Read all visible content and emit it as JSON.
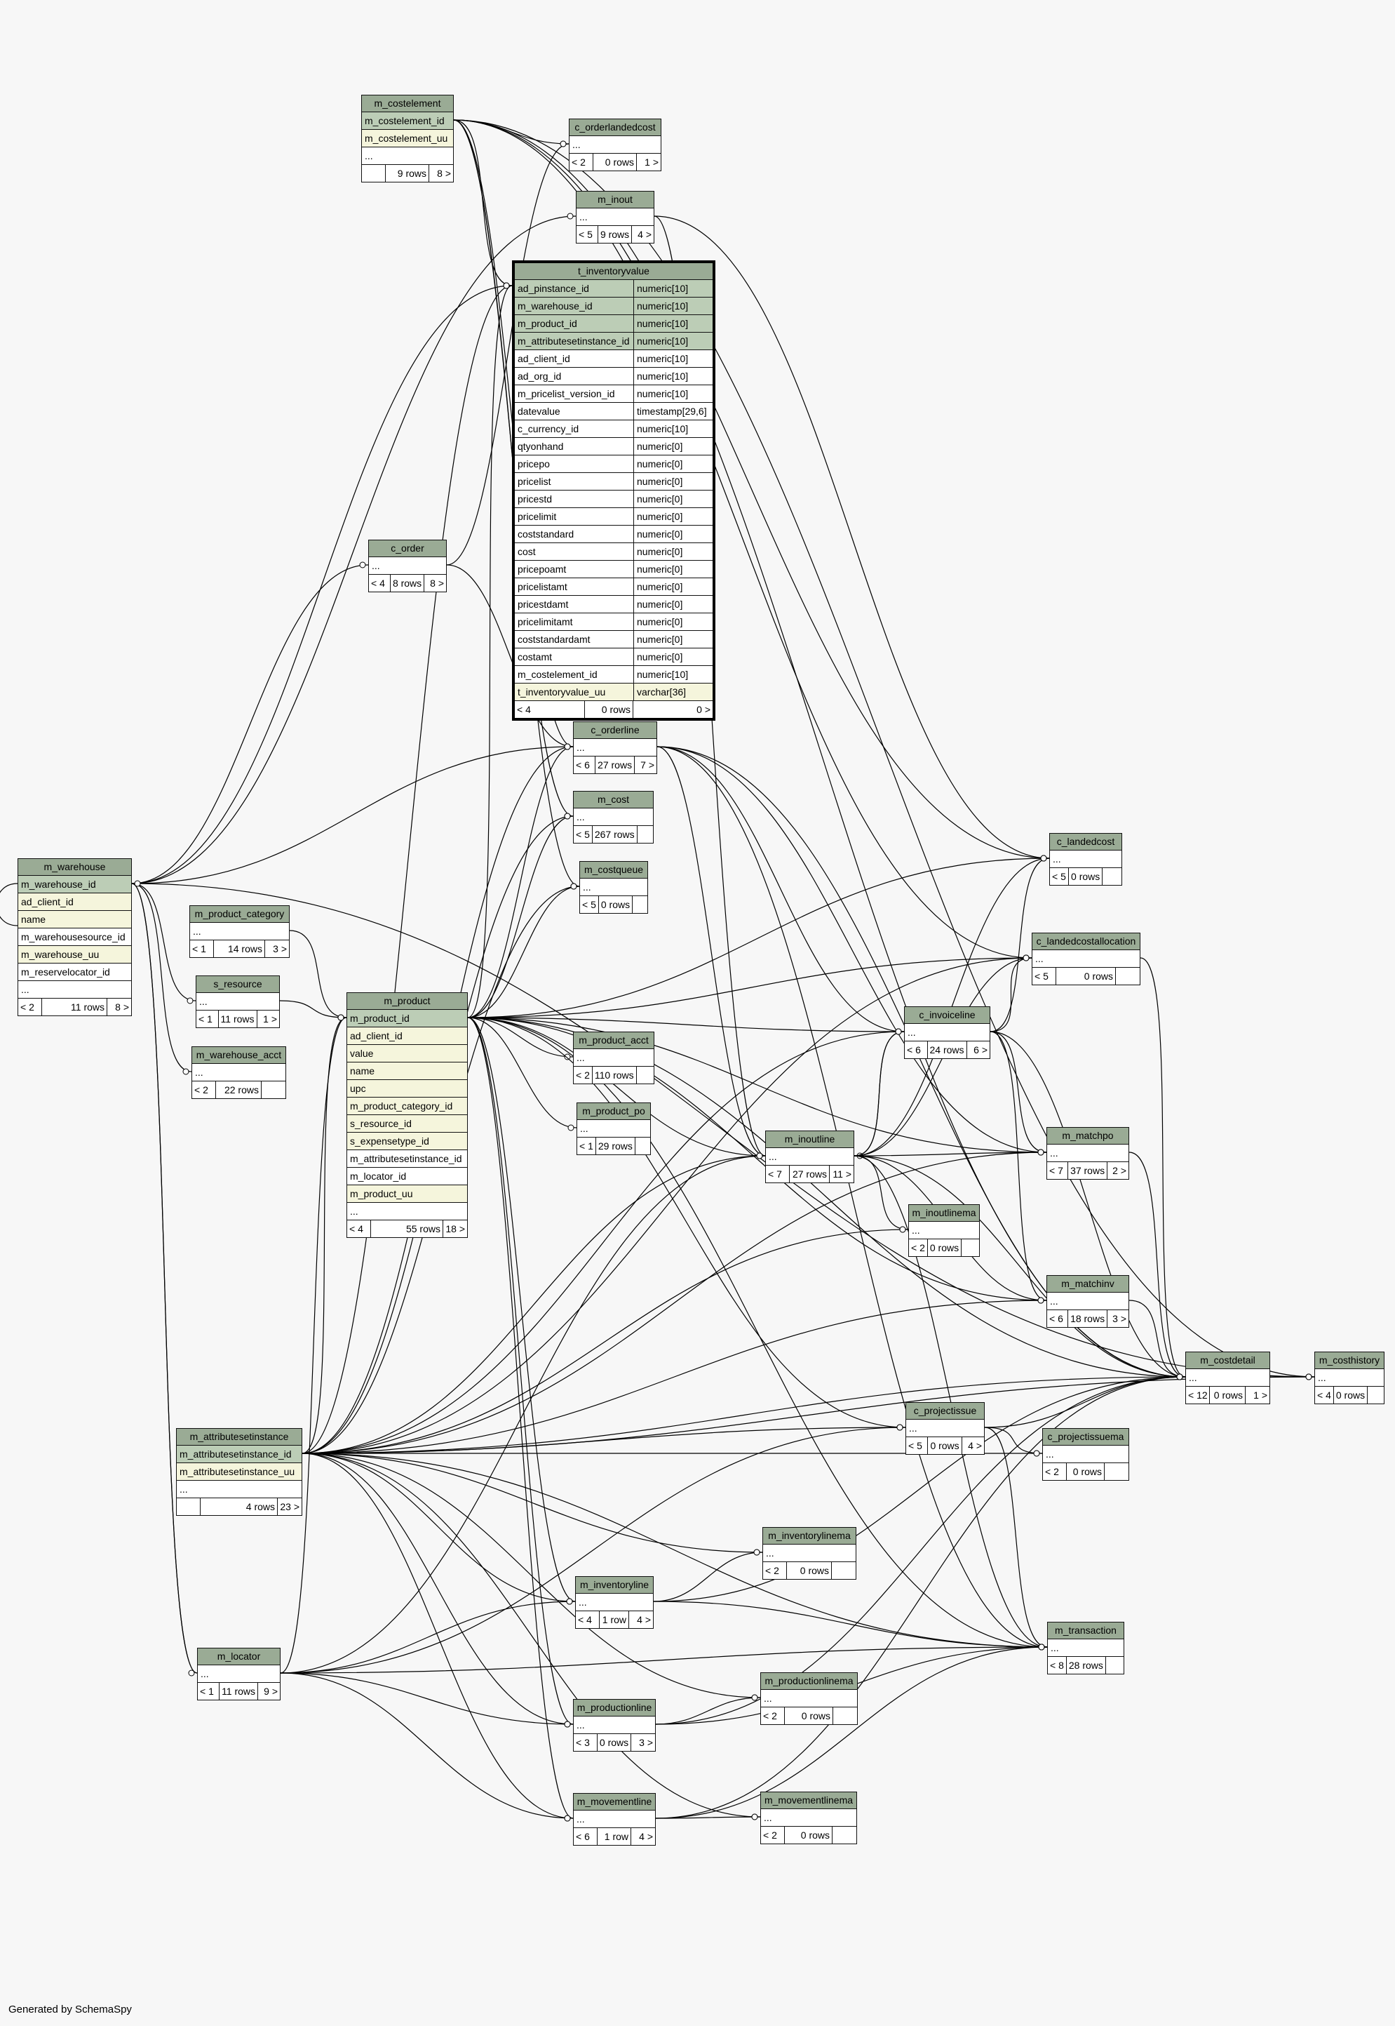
{
  "footer": "Generated by SchemaSpy",
  "tables": [
    {
      "id": "m_costelement",
      "title": "m_costelement",
      "columns": [
        {
          "name": "m_costelement_id",
          "kind": "pk"
        },
        {
          "name": "m_costelement_uu",
          "kind": "ix"
        },
        {
          "name": "...",
          "kind": ""
        }
      ],
      "footer": [
        "",
        "9 rows",
        "8 >"
      ]
    },
    {
      "id": "c_orderlandedcost",
      "title": "c_orderlandedcost",
      "columns": [
        {
          "name": "...",
          "kind": ""
        }
      ],
      "footer": [
        "< 2",
        "0 rows",
        "1 >"
      ]
    },
    {
      "id": "m_inout",
      "title": "m_inout",
      "columns": [
        {
          "name": "...",
          "kind": ""
        }
      ],
      "footer": [
        "< 5",
        "9 rows",
        "4 >"
      ]
    },
    {
      "id": "t_inventoryvalue",
      "title": "t_inventoryvalue",
      "focus": true,
      "columns": [
        {
          "name": "ad_pinstance_id",
          "type": "numeric[10]",
          "kind": "pk"
        },
        {
          "name": "m_warehouse_id",
          "type": "numeric[10]",
          "kind": "pk"
        },
        {
          "name": "m_product_id",
          "type": "numeric[10]",
          "kind": "pk"
        },
        {
          "name": "m_attributesetinstance_id",
          "type": "numeric[10]",
          "kind": "pk"
        },
        {
          "name": "ad_client_id",
          "type": "numeric[10]",
          "kind": ""
        },
        {
          "name": "ad_org_id",
          "type": "numeric[10]",
          "kind": ""
        },
        {
          "name": "m_pricelist_version_id",
          "type": "numeric[10]",
          "kind": ""
        },
        {
          "name": "datevalue",
          "type": "timestamp[29,6]",
          "kind": ""
        },
        {
          "name": "c_currency_id",
          "type": "numeric[10]",
          "kind": ""
        },
        {
          "name": "qtyonhand",
          "type": "numeric[0]",
          "kind": ""
        },
        {
          "name": "pricepo",
          "type": "numeric[0]",
          "kind": ""
        },
        {
          "name": "pricelist",
          "type": "numeric[0]",
          "kind": ""
        },
        {
          "name": "pricestd",
          "type": "numeric[0]",
          "kind": ""
        },
        {
          "name": "pricelimit",
          "type": "numeric[0]",
          "kind": ""
        },
        {
          "name": "coststandard",
          "type": "numeric[0]",
          "kind": ""
        },
        {
          "name": "cost",
          "type": "numeric[0]",
          "kind": ""
        },
        {
          "name": "pricepoamt",
          "type": "numeric[0]",
          "kind": ""
        },
        {
          "name": "pricelistamt",
          "type": "numeric[0]",
          "kind": ""
        },
        {
          "name": "pricestdamt",
          "type": "numeric[0]",
          "kind": ""
        },
        {
          "name": "pricelimitamt",
          "type": "numeric[0]",
          "kind": ""
        },
        {
          "name": "coststandardamt",
          "type": "numeric[0]",
          "kind": ""
        },
        {
          "name": "costamt",
          "type": "numeric[0]",
          "kind": ""
        },
        {
          "name": "m_costelement_id",
          "type": "numeric[10]",
          "kind": ""
        },
        {
          "name": "t_inventoryvalue_uu",
          "type": "varchar[36]",
          "kind": "ix"
        }
      ],
      "footer": [
        "< 4",
        "0 rows",
        "0 >"
      ]
    },
    {
      "id": "c_order",
      "title": "c_order",
      "columns": [
        {
          "name": "...",
          "kind": ""
        }
      ],
      "footer": [
        "< 4",
        "8 rows",
        "8 >"
      ]
    },
    {
      "id": "c_orderline",
      "title": "c_orderline",
      "columns": [
        {
          "name": "...",
          "kind": ""
        }
      ],
      "footer": [
        "< 6",
        "27 rows",
        "7 >"
      ]
    },
    {
      "id": "m_cost",
      "title": "m_cost",
      "columns": [
        {
          "name": "...",
          "kind": ""
        }
      ],
      "footer": [
        "< 5",
        "267 rows",
        ""
      ]
    },
    {
      "id": "m_costqueue",
      "title": "m_costqueue",
      "columns": [
        {
          "name": "...",
          "kind": ""
        }
      ],
      "footer": [
        "< 5",
        "0 rows",
        ""
      ]
    },
    {
      "id": "m_warehouse",
      "title": "m_warehouse",
      "columns": [
        {
          "name": "m_warehouse_id",
          "kind": "pk"
        },
        {
          "name": "ad_client_id",
          "kind": "ix"
        },
        {
          "name": "name",
          "kind": "ix"
        },
        {
          "name": "m_warehousesource_id",
          "kind": ""
        },
        {
          "name": "m_warehouse_uu",
          "kind": "ix"
        },
        {
          "name": "m_reservelocator_id",
          "kind": ""
        },
        {
          "name": "...",
          "kind": ""
        }
      ],
      "footer": [
        "< 2",
        "11 rows",
        "8 >"
      ]
    },
    {
      "id": "m_product_category",
      "title": "m_product_category",
      "columns": [
        {
          "name": "...",
          "kind": ""
        }
      ],
      "footer": [
        "< 1",
        "14 rows",
        "3 >"
      ]
    },
    {
      "id": "s_resource",
      "title": "s_resource",
      "columns": [
        {
          "name": "...",
          "kind": ""
        }
      ],
      "footer": [
        "< 1",
        "11 rows",
        "1 >"
      ]
    },
    {
      "id": "m_warehouse_acct",
      "title": "m_warehouse_acct",
      "columns": [
        {
          "name": "...",
          "kind": ""
        }
      ],
      "footer": [
        "< 2",
        "22 rows",
        ""
      ]
    },
    {
      "id": "m_product",
      "title": "m_product",
      "columns": [
        {
          "name": "m_product_id",
          "kind": "pk"
        },
        {
          "name": "ad_client_id",
          "kind": "ix"
        },
        {
          "name": "value",
          "kind": "ix"
        },
        {
          "name": "name",
          "kind": "ix"
        },
        {
          "name": "upc",
          "kind": "ix"
        },
        {
          "name": "m_product_category_id",
          "kind": "ix"
        },
        {
          "name": "s_resource_id",
          "kind": "ix"
        },
        {
          "name": "s_expensetype_id",
          "kind": "ix"
        },
        {
          "name": "m_attributesetinstance_id",
          "kind": ""
        },
        {
          "name": "m_locator_id",
          "kind": ""
        },
        {
          "name": "m_product_uu",
          "kind": "ix"
        },
        {
          "name": "...",
          "kind": ""
        }
      ],
      "footer": [
        "< 4",
        "55 rows",
        "18 >"
      ]
    },
    {
      "id": "m_product_acct",
      "title": "m_product_acct",
      "columns": [
        {
          "name": "...",
          "kind": ""
        }
      ],
      "footer": [
        "< 2",
        "110 rows",
        ""
      ]
    },
    {
      "id": "m_product_po",
      "title": "m_product_po",
      "columns": [
        {
          "name": "...",
          "kind": ""
        }
      ],
      "footer": [
        "< 1",
        "29 rows",
        ""
      ]
    },
    {
      "id": "c_landedcost",
      "title": "c_landedcost",
      "columns": [
        {
          "name": "...",
          "kind": ""
        }
      ],
      "footer": [
        "< 5",
        "0 rows",
        ""
      ]
    },
    {
      "id": "c_landedcostallocation",
      "title": "c_landedcostallocation",
      "columns": [
        {
          "name": "...",
          "kind": ""
        }
      ],
      "footer": [
        "< 5",
        "0 rows",
        ""
      ]
    },
    {
      "id": "c_invoiceline",
      "title": "c_invoiceline",
      "columns": [
        {
          "name": "...",
          "kind": ""
        }
      ],
      "footer": [
        "< 6",
        "24 rows",
        "6 >"
      ]
    },
    {
      "id": "m_inoutline",
      "title": "m_inoutline",
      "columns": [
        {
          "name": "...",
          "kind": ""
        }
      ],
      "footer": [
        "< 7",
        "27 rows",
        "11 >"
      ]
    },
    {
      "id": "m_inoutlinema",
      "title": "m_inoutlinema",
      "columns": [
        {
          "name": "...",
          "kind": ""
        }
      ],
      "footer": [
        "< 2",
        "0 rows",
        ""
      ]
    },
    {
      "id": "m_matchpo",
      "title": "m_matchpo",
      "columns": [
        {
          "name": "...",
          "kind": ""
        }
      ],
      "footer": [
        "< 7",
        "37 rows",
        "2 >"
      ]
    },
    {
      "id": "m_matchinv",
      "title": "m_matchinv",
      "columns": [
        {
          "name": "...",
          "kind": ""
        }
      ],
      "footer": [
        "< 6",
        "18 rows",
        "3 >"
      ]
    },
    {
      "id": "m_costdetail",
      "title": "m_costdetail",
      "columns": [
        {
          "name": "...",
          "kind": ""
        }
      ],
      "footer": [
        "< 12",
        "0 rows",
        "1 >"
      ]
    },
    {
      "id": "m_costhistory",
      "title": "m_costhistory",
      "columns": [
        {
          "name": "...",
          "kind": ""
        }
      ],
      "footer": [
        "< 4",
        "0 rows",
        ""
      ]
    },
    {
      "id": "m_attributesetinstance",
      "title": "m_attributesetinstance",
      "columns": [
        {
          "name": "m_attributesetinstance_id",
          "kind": "pk"
        },
        {
          "name": "m_attributesetinstance_uu",
          "kind": "ix"
        },
        {
          "name": "...",
          "kind": ""
        }
      ],
      "footer": [
        "",
        "4 rows",
        "23 >"
      ]
    },
    {
      "id": "c_projectissue",
      "title": "c_projectissue",
      "columns": [
        {
          "name": "...",
          "kind": ""
        }
      ],
      "footer": [
        "< 5",
        "0 rows",
        "4 >"
      ]
    },
    {
      "id": "c_projectissuema",
      "title": "c_projectissuema",
      "columns": [
        {
          "name": "...",
          "kind": ""
        }
      ],
      "footer": [
        "< 2",
        "0 rows",
        ""
      ]
    },
    {
      "id": "m_inventorylinema",
      "title": "m_inventorylinema",
      "columns": [
        {
          "name": "...",
          "kind": ""
        }
      ],
      "footer": [
        "< 2",
        "0 rows",
        ""
      ]
    },
    {
      "id": "m_inventoryline",
      "title": "m_inventoryline",
      "columns": [
        {
          "name": "...",
          "kind": ""
        }
      ],
      "footer": [
        "< 4",
        "1 row",
        "4 >"
      ]
    },
    {
      "id": "m_transaction",
      "title": "m_transaction",
      "columns": [
        {
          "name": "...",
          "kind": ""
        }
      ],
      "footer": [
        "< 8",
        "28 rows",
        ""
      ]
    },
    {
      "id": "m_locator",
      "title": "m_locator",
      "columns": [
        {
          "name": "...",
          "kind": ""
        }
      ],
      "footer": [
        "< 1",
        "11 rows",
        "9 >"
      ]
    },
    {
      "id": "m_productionlinema",
      "title": "m_productionlinema",
      "columns": [
        {
          "name": "...",
          "kind": ""
        }
      ],
      "footer": [
        "< 2",
        "0 rows",
        ""
      ]
    },
    {
      "id": "m_productionline",
      "title": "m_productionline",
      "columns": [
        {
          "name": "...",
          "kind": ""
        }
      ],
      "footer": [
        "< 3",
        "0 rows",
        "3 >"
      ]
    },
    {
      "id": "m_movementline",
      "title": "m_movementline",
      "columns": [
        {
          "name": "...",
          "kind": ""
        }
      ],
      "footer": [
        "< 6",
        "1 row",
        "4 >"
      ]
    },
    {
      "id": "m_movementlinema",
      "title": "m_movementlinema",
      "columns": [
        {
          "name": "...",
          "kind": ""
        }
      ],
      "footer": [
        "< 2",
        "0 rows",
        ""
      ]
    }
  ],
  "relations": [
    [
      "m_costelement",
      "c_orderlandedcost"
    ],
    [
      "m_costelement",
      "t_inventoryvalue"
    ],
    [
      "m_costelement",
      "c_landedcost"
    ],
    [
      "m_costelement",
      "c_landedcostallocation"
    ],
    [
      "m_costelement",
      "m_cost"
    ],
    [
      "m_costelement",
      "m_costqueue"
    ],
    [
      "m_costelement",
      "m_costdetail"
    ],
    [
      "m_costelement",
      "m_costhistory"
    ],
    [
      "m_costelement",
      "c_orderline"
    ],
    [
      "m_warehouse",
      "t_inventoryvalue"
    ],
    [
      "m_warehouse",
      "m_inout"
    ],
    [
      "m_warehouse",
      "c_order"
    ],
    [
      "m_warehouse",
      "c_orderline"
    ],
    [
      "m_warehouse",
      "s_resource"
    ],
    [
      "m_warehouse",
      "m_warehouse_acct"
    ],
    [
      "m_warehouse",
      "m_locator"
    ],
    [
      "m_warehouse",
      "m_costhistory"
    ],
    [
      "m_warehouse",
      "m_warehouse"
    ],
    [
      "m_product",
      "t_inventoryvalue"
    ],
    [
      "m_product",
      "c_orderline"
    ],
    [
      "m_product",
      "m_cost"
    ],
    [
      "m_product",
      "m_costqueue"
    ],
    [
      "m_product",
      "m_product_acct"
    ],
    [
      "m_product",
      "m_product_po"
    ],
    [
      "m_product",
      "c_landedcost"
    ],
    [
      "m_product",
      "c_landedcostallocation"
    ],
    [
      "m_product",
      "c_invoiceline"
    ],
    [
      "m_product",
      "m_inoutline"
    ],
    [
      "m_product",
      "m_matchpo"
    ],
    [
      "m_product",
      "m_matchinv"
    ],
    [
      "m_product",
      "m_costdetail"
    ],
    [
      "m_product",
      "c_projectissue"
    ],
    [
      "m_product",
      "m_inventoryline"
    ],
    [
      "m_product",
      "m_transaction"
    ],
    [
      "m_product",
      "m_productionline"
    ],
    [
      "m_product",
      "m_movementline"
    ],
    [
      "m_product_category",
      "m_product"
    ],
    [
      "s_resource",
      "m_product"
    ],
    [
      "m_attributesetinstance",
      "t_inventoryvalue"
    ],
    [
      "m_attributesetinstance",
      "m_product"
    ],
    [
      "m_attributesetinstance",
      "c_orderline"
    ],
    [
      "m_attributesetinstance",
      "m_cost"
    ],
    [
      "m_attributesetinstance",
      "m_costqueue"
    ],
    [
      "m_attributesetinstance",
      "c_landedcostallocation"
    ],
    [
      "m_attributesetinstance",
      "c_invoiceline"
    ],
    [
      "m_attributesetinstance",
      "m_inoutline"
    ],
    [
      "m_attributesetinstance",
      "m_inoutlinema"
    ],
    [
      "m_attributesetinstance",
      "m_matchpo"
    ],
    [
      "m_attributesetinstance",
      "m_matchinv"
    ],
    [
      "m_attributesetinstance",
      "m_costdetail"
    ],
    [
      "m_attributesetinstance",
      "c_projectissue"
    ],
    [
      "m_attributesetinstance",
      "c_projectissuema"
    ],
    [
      "m_attributesetinstance",
      "m_inventorylinema"
    ],
    [
      "m_attributesetinstance",
      "m_inventoryline"
    ],
    [
      "m_attributesetinstance",
      "m_transaction"
    ],
    [
      "m_attributesetinstance",
      "m_productionlinema"
    ],
    [
      "m_attributesetinstance",
      "m_productionline"
    ],
    [
      "m_attributesetinstance",
      "m_movementline"
    ],
    [
      "m_attributesetinstance",
      "m_movementlinema"
    ],
    [
      "m_attributesetinstance",
      "m_costhistory"
    ],
    [
      "m_locator",
      "m_product"
    ],
    [
      "m_locator",
      "m_warehouse"
    ],
    [
      "m_locator",
      "m_inoutline"
    ],
    [
      "m_locator",
      "c_projectissue"
    ],
    [
      "m_locator",
      "m_inventoryline"
    ],
    [
      "m_locator",
      "m_transaction"
    ],
    [
      "m_locator",
      "m_productionline"
    ],
    [
      "m_locator",
      "m_movementline"
    ],
    [
      "m_inout",
      "c_landedcost"
    ],
    [
      "m_inout",
      "m_inoutline"
    ],
    [
      "c_order",
      "c_orderlandedcost"
    ],
    [
      "c_order",
      "c_orderline"
    ],
    [
      "c_orderline",
      "m_inoutline"
    ],
    [
      "c_orderline",
      "c_invoiceline"
    ],
    [
      "c_orderline",
      "m_matchpo"
    ],
    [
      "c_orderline",
      "m_costdetail"
    ],
    [
      "c_orderline",
      "m_transaction"
    ],
    [
      "c_invoiceline",
      "c_landedcost"
    ],
    [
      "c_invoiceline",
      "c_landedcostallocation"
    ],
    [
      "c_invoiceline",
      "m_inoutline"
    ],
    [
      "c_invoiceline",
      "m_matchpo"
    ],
    [
      "c_invoiceline",
      "m_matchinv"
    ],
    [
      "c_invoiceline",
      "m_costdetail"
    ],
    [
      "m_inoutline",
      "c_landedcost"
    ],
    [
      "m_inoutline",
      "c_landedcostallocation"
    ],
    [
      "m_inoutline",
      "m_inoutlinema"
    ],
    [
      "m_inoutline",
      "m_matchpo"
    ],
    [
      "m_inoutline",
      "m_matchinv"
    ],
    [
      "m_inoutline",
      "m_costdetail"
    ],
    [
      "m_inoutline",
      "m_transaction"
    ],
    [
      "m_inoutline",
      "c_invoiceline"
    ],
    [
      "c_landedcostallocation",
      "m_costdetail"
    ],
    [
      "m_matchpo",
      "m_costdetail"
    ],
    [
      "m_matchinv",
      "m_costdetail"
    ],
    [
      "m_costdetail",
      "m_costhistory"
    ],
    [
      "c_projectissue",
      "c_projectissuema"
    ],
    [
      "c_projectissue",
      "m_costdetail"
    ],
    [
      "c_projectissue",
      "m_transaction"
    ],
    [
      "m_inventoryline",
      "m_inventorylinema"
    ],
    [
      "m_inventoryline",
      "m_costdetail"
    ],
    [
      "m_inventoryline",
      "m_transaction"
    ],
    [
      "m_productionline",
      "m_productionlinema"
    ],
    [
      "m_productionline",
      "m_costdetail"
    ],
    [
      "m_productionline",
      "m_transaction"
    ],
    [
      "m_movementline",
      "m_movementlinema"
    ],
    [
      "m_movementline",
      "m_costdetail"
    ],
    [
      "m_movementline",
      "m_transaction"
    ]
  ]
}
